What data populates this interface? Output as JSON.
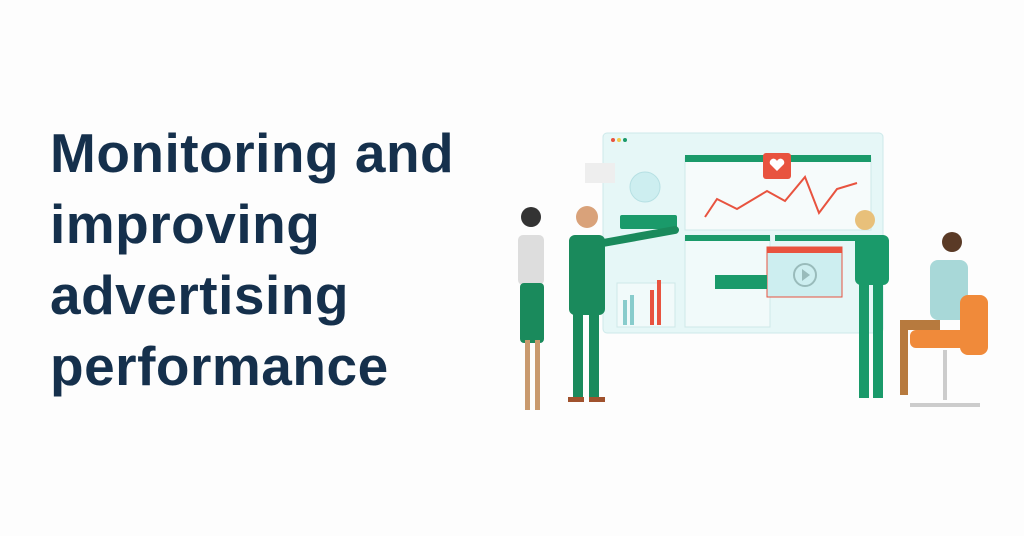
{
  "headline": {
    "lines": [
      "Monitoring and",
      "improving",
      "advertising",
      "performance"
    ]
  },
  "illustration": {
    "description_icons": [
      "dashboard-screen",
      "heart-icon",
      "play-icon",
      "phone-icon",
      "mail-icon"
    ],
    "colors": {
      "green": "#1a9a6a",
      "navy": "#15304c",
      "red": "#e8533f",
      "orange": "#f08a3a",
      "screen": "#e3f6f6"
    }
  }
}
